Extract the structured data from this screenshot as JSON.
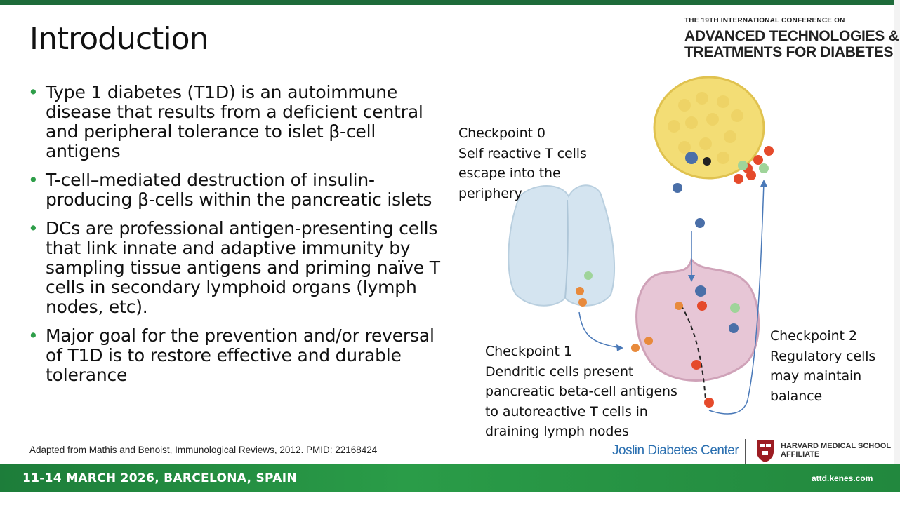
{
  "slide": {
    "title": "Introduction",
    "bullets": [
      "Type 1 diabetes (T1D) is an autoimmune disease that results from a deficient central and peripheral tolerance to islet β-cell antigens",
      "T-cell–mediated destruction of insulin-producing β-cells within the pancreatic islets",
      "DCs are professional antigen-presenting cells that link innate and adaptive immunity by sampling tissue antigens and priming naïve T cells in secondary lymphoid organs (lymph nodes, etc).",
      " Major goal for the prevention and/or reversal of T1D is to restore effective and durable tolerance"
    ],
    "citation": "Adapted from Mathis and Benoist, Immunological Reviews, 2012. PMID: 22168424"
  },
  "conference": {
    "line1": "THE 19TH INTERNATIONAL CONFERENCE ON",
    "line2": "ADVANCED TECHNOLOGIES &",
    "line3": "TREATMENTS FOR DIABETES"
  },
  "diagram": {
    "checkpoint0": [
      "Checkpoint 0",
      "Self reactive T cells",
      "escape into the",
      "periphery"
    ],
    "checkpoint1": [
      "Checkpoint 1",
      "Dendritic cells present",
      "pancreatic beta-cell antigens",
      "to autoreactive T cells in",
      "draining lymph nodes"
    ],
    "checkpoint2": [
      "Checkpoint 2",
      "Regulatory cells",
      "may maintain",
      "balance"
    ]
  },
  "logos": {
    "joslin": "Joslin Diabetes Center",
    "hms_line1": "HARVARD MEDICAL SCHOOL",
    "hms_line2": "AFFILIATE"
  },
  "footer": {
    "dates": "11-14 MARCH 2026, BARCELONA, SPAIN",
    "url": "attd.kenes.com"
  },
  "colors": {
    "brand_green": "#2a9c48",
    "bullet_green": "#2e9e49",
    "joslin_blue": "#2a6fb0"
  }
}
